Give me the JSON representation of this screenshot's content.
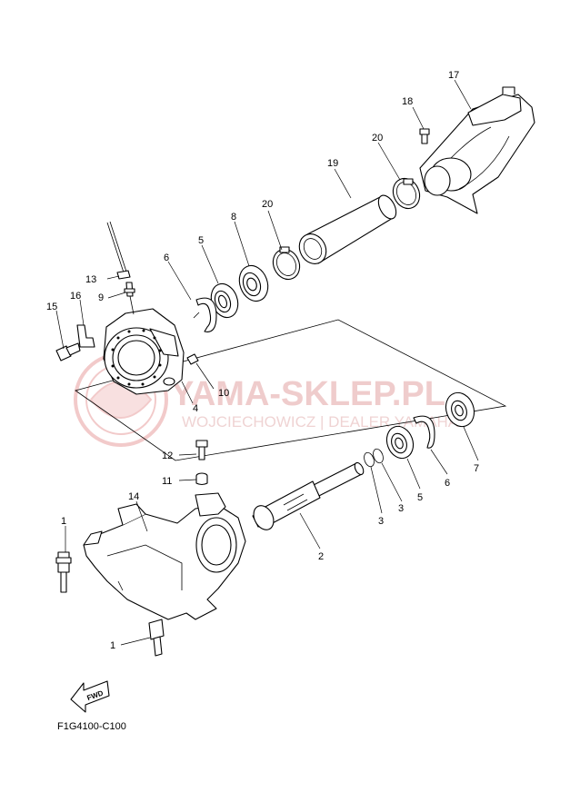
{
  "watermark": {
    "brand": "YAMA-SKLEP.PL",
    "subtitle": "WOJCIECHOWICZ | DEALER YAMAHA",
    "color": "#e8a0a0"
  },
  "diagram_code": "F1G4100-C100",
  "fwd_label": "FWD",
  "callouts": {
    "c1a": "1",
    "c1b": "1",
    "c2": "2",
    "c3a": "3",
    "c3b": "3",
    "c4": "4",
    "c5a": "5",
    "c5b": "5",
    "c6a": "6",
    "c6b": "6",
    "c7": "7",
    "c8": "8",
    "c9": "9",
    "c10": "10",
    "c11": "11",
    "c12": "12",
    "c13": "13",
    "c14": "14",
    "c15": "15",
    "c16": "16",
    "c17": "17",
    "c18": "18",
    "c19": "19",
    "c20a": "20",
    "c20b": "20"
  }
}
